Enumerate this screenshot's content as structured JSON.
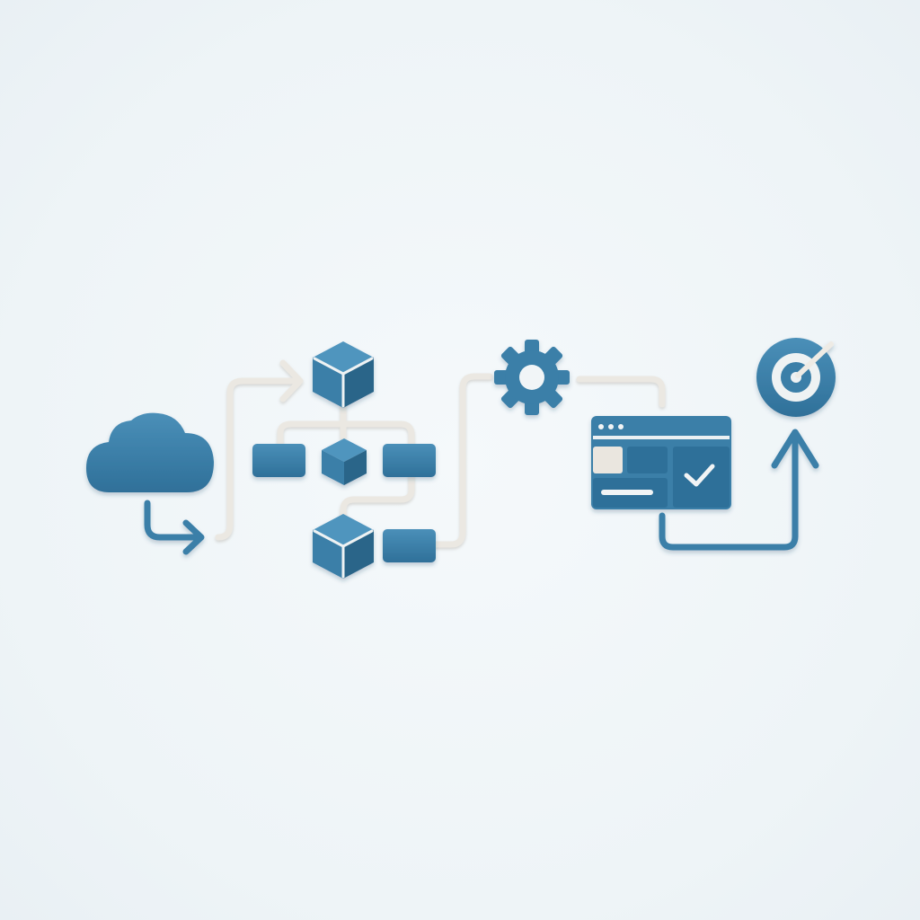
{
  "colors": {
    "background": "#f0f5f8",
    "primary": "#3a7fa8",
    "primary_dark": "#2c6589",
    "primary_light": "#4e94bd",
    "connector": "#ece9e3",
    "connector_shadow": "#d8d4cc",
    "highlight": "#f3f1ec"
  },
  "diagram": {
    "style": "soft 3D clay flow diagram",
    "nodes": [
      {
        "id": "source",
        "icon": "cloud-icon"
      },
      {
        "id": "cube-top",
        "icon": "cube-icon"
      },
      {
        "id": "block-left",
        "icon": "block-icon"
      },
      {
        "id": "cube-center",
        "icon": "cube-icon"
      },
      {
        "id": "block-right",
        "icon": "block-icon"
      },
      {
        "id": "cube-bottom",
        "icon": "cube-icon"
      },
      {
        "id": "block-bottom",
        "icon": "block-icon"
      },
      {
        "id": "processing",
        "icon": "gear-icon"
      },
      {
        "id": "dashboard",
        "icon": "browser-window-icon"
      },
      {
        "id": "goal",
        "icon": "target-icon"
      }
    ],
    "edges": [
      {
        "from": "source",
        "to": "cube-top",
        "style": "light"
      },
      {
        "from": "cube-top",
        "to": "block-left",
        "style": "light"
      },
      {
        "from": "cube-top",
        "to": "block-right",
        "style": "light"
      },
      {
        "from": "block-right",
        "to": "cube-bottom",
        "style": "light"
      },
      {
        "from": "block-bottom",
        "to": "processing",
        "style": "light"
      },
      {
        "from": "processing",
        "to": "dashboard",
        "style": "light"
      },
      {
        "from": "dashboard",
        "to": "goal",
        "style": "blue-arrow"
      }
    ]
  }
}
